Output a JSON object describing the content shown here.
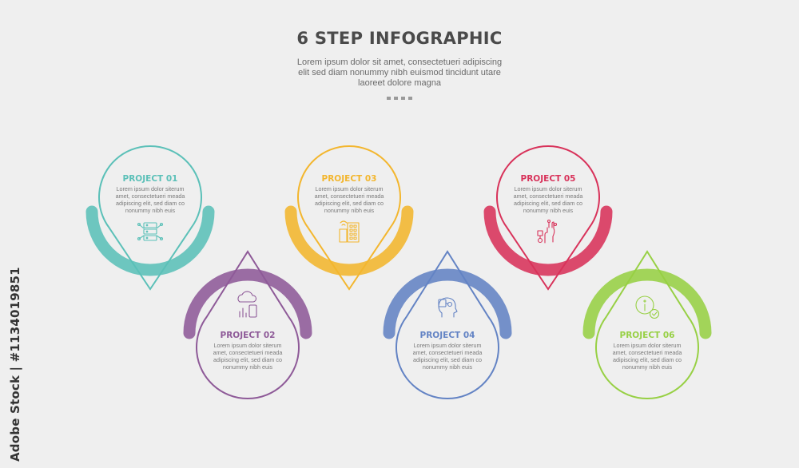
{
  "header": {
    "title": "6 STEP INFOGRAPHIC",
    "subtitle_lines": [
      "Lorem ipsum dolor sit amet, consectetueri adipiscing",
      "elit sed diam nonummy nibh euismod tincidunt utare",
      "laoreet dolore magna"
    ]
  },
  "watermark": "Adobe Stock | #1134019851",
  "steps": [
    {
      "title": "PROJECT 01",
      "color": "#5bc0b8",
      "icon": "server-network-icon",
      "desc_lines": [
        "Lorem ipsum dolor siterum",
        "amet, consectetueri meada",
        "adipiscing elit, sed diam co",
        "nonummy nibh euis"
      ]
    },
    {
      "title": "PROJECT 02",
      "color": "#8e5a98",
      "icon": "cloud-mobile-analytics-icon",
      "desc_lines": [
        "Lorem ipsum dolor siterum",
        "amet, consectetueri meada",
        "adipiscing elit, sed diam co",
        "nonummy nibh euis"
      ]
    },
    {
      "title": "PROJECT 03",
      "color": "#f3b62e",
      "icon": "smart-building-icon",
      "desc_lines": [
        "Lorem ipsum dolor siterum",
        "amet, consectetueri meada",
        "adipiscing elit, sed diam co",
        "nonummy nibh euis"
      ]
    },
    {
      "title": "PROJECT 04",
      "color": "#6383c4",
      "icon": "ai-head-chip-icon",
      "desc_lines": [
        "Lorem ipsum dolor siterum",
        "amet, consectetueri meada",
        "adipiscing elit, sed diam co",
        "nonummy nibh euis"
      ]
    },
    {
      "title": "PROJECT 05",
      "color": "#d8325a",
      "icon": "robot-hand-flowchart-icon",
      "desc_lines": [
        "Lorem ipsum dolor siterum",
        "amet, consectetueri meada",
        "adipiscing elit, sed diam co",
        "nonummy nibh euis"
      ]
    },
    {
      "title": "PROJECT 06",
      "color": "#97d044",
      "icon": "info-check-icon",
      "desc_lines": [
        "Lorem ipsum dolor siterum",
        "amet, consectetueri meada",
        "adipiscing elit, sed diam co",
        "nonummy nibh euis"
      ]
    }
  ]
}
